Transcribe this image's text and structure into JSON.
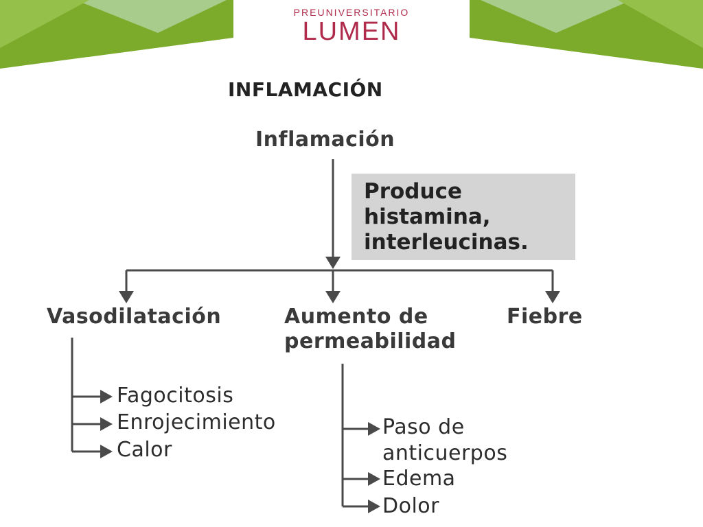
{
  "brand": {
    "top": "PREUNIVERSITARIO",
    "main": "LUMEN"
  },
  "colors": {
    "brand": "#b02a4b",
    "green_dark": "#7cab2c",
    "green_light": "#a8cc8c",
    "line": "#4a4a4a",
    "note_bg": "#d4d4d4"
  },
  "title": "INFLAMACIÓN",
  "root": "Inflamación",
  "note": [
    "Produce",
    "histamina,",
    "interleucinas."
  ],
  "branches": {
    "vasodilatacion": {
      "label": "Vasodilatación",
      "items": [
        "Fagocitosis",
        "Enrojecimiento",
        "Calor"
      ]
    },
    "permeabilidad": {
      "label": [
        "Aumento de",
        "permeabilidad"
      ],
      "items": [
        "Paso de",
        "anticuerpos",
        "Edema",
        "Dolor"
      ]
    },
    "fiebre": {
      "label": "Fiebre"
    }
  }
}
